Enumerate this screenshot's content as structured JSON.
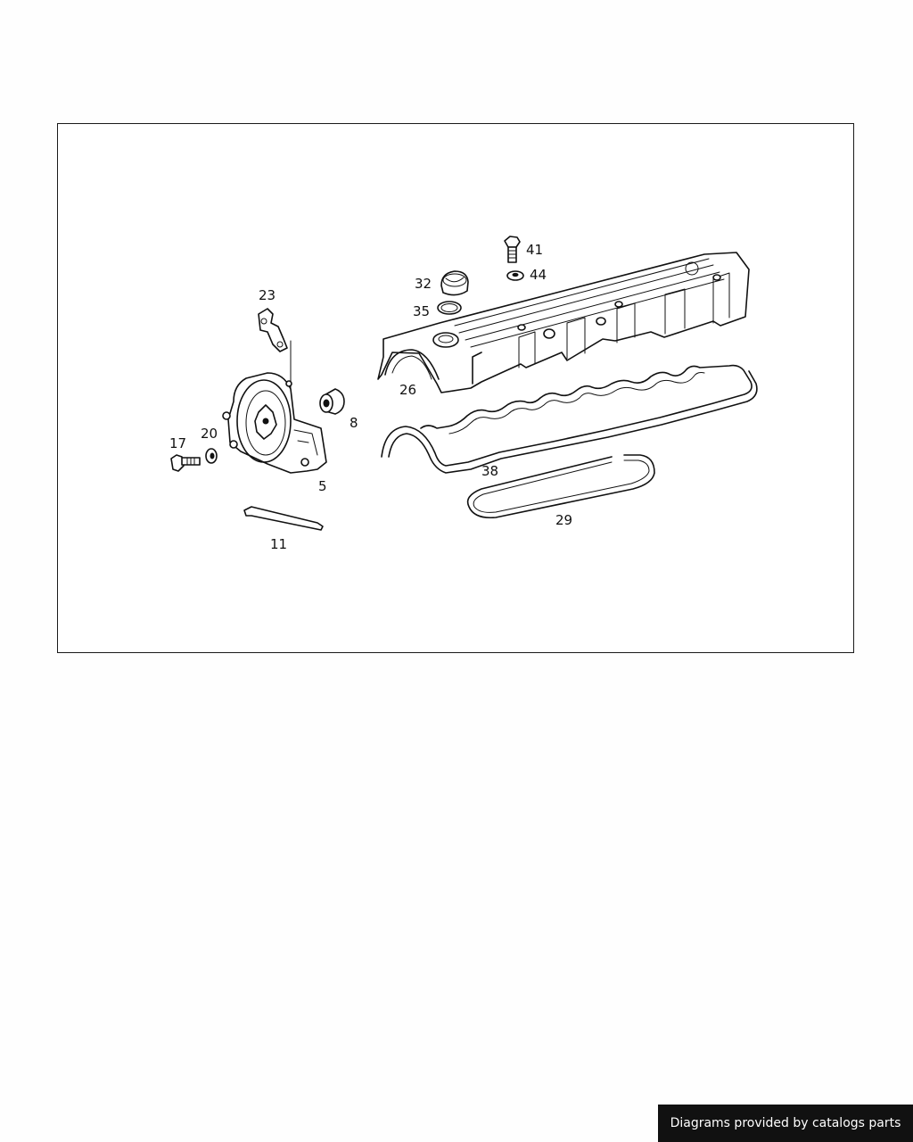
{
  "diagram": {
    "part_numbers": {
      "p41": "41",
      "p44": "44",
      "p32": "32",
      "p35": "35",
      "p23": "23",
      "p26": "26",
      "p8": "8",
      "p17": "17",
      "p20": "20",
      "p5": "5",
      "p38": "38",
      "p29": "29",
      "p11": "11"
    }
  },
  "credit": {
    "text": "Diagrams provided by catalogs parts"
  }
}
